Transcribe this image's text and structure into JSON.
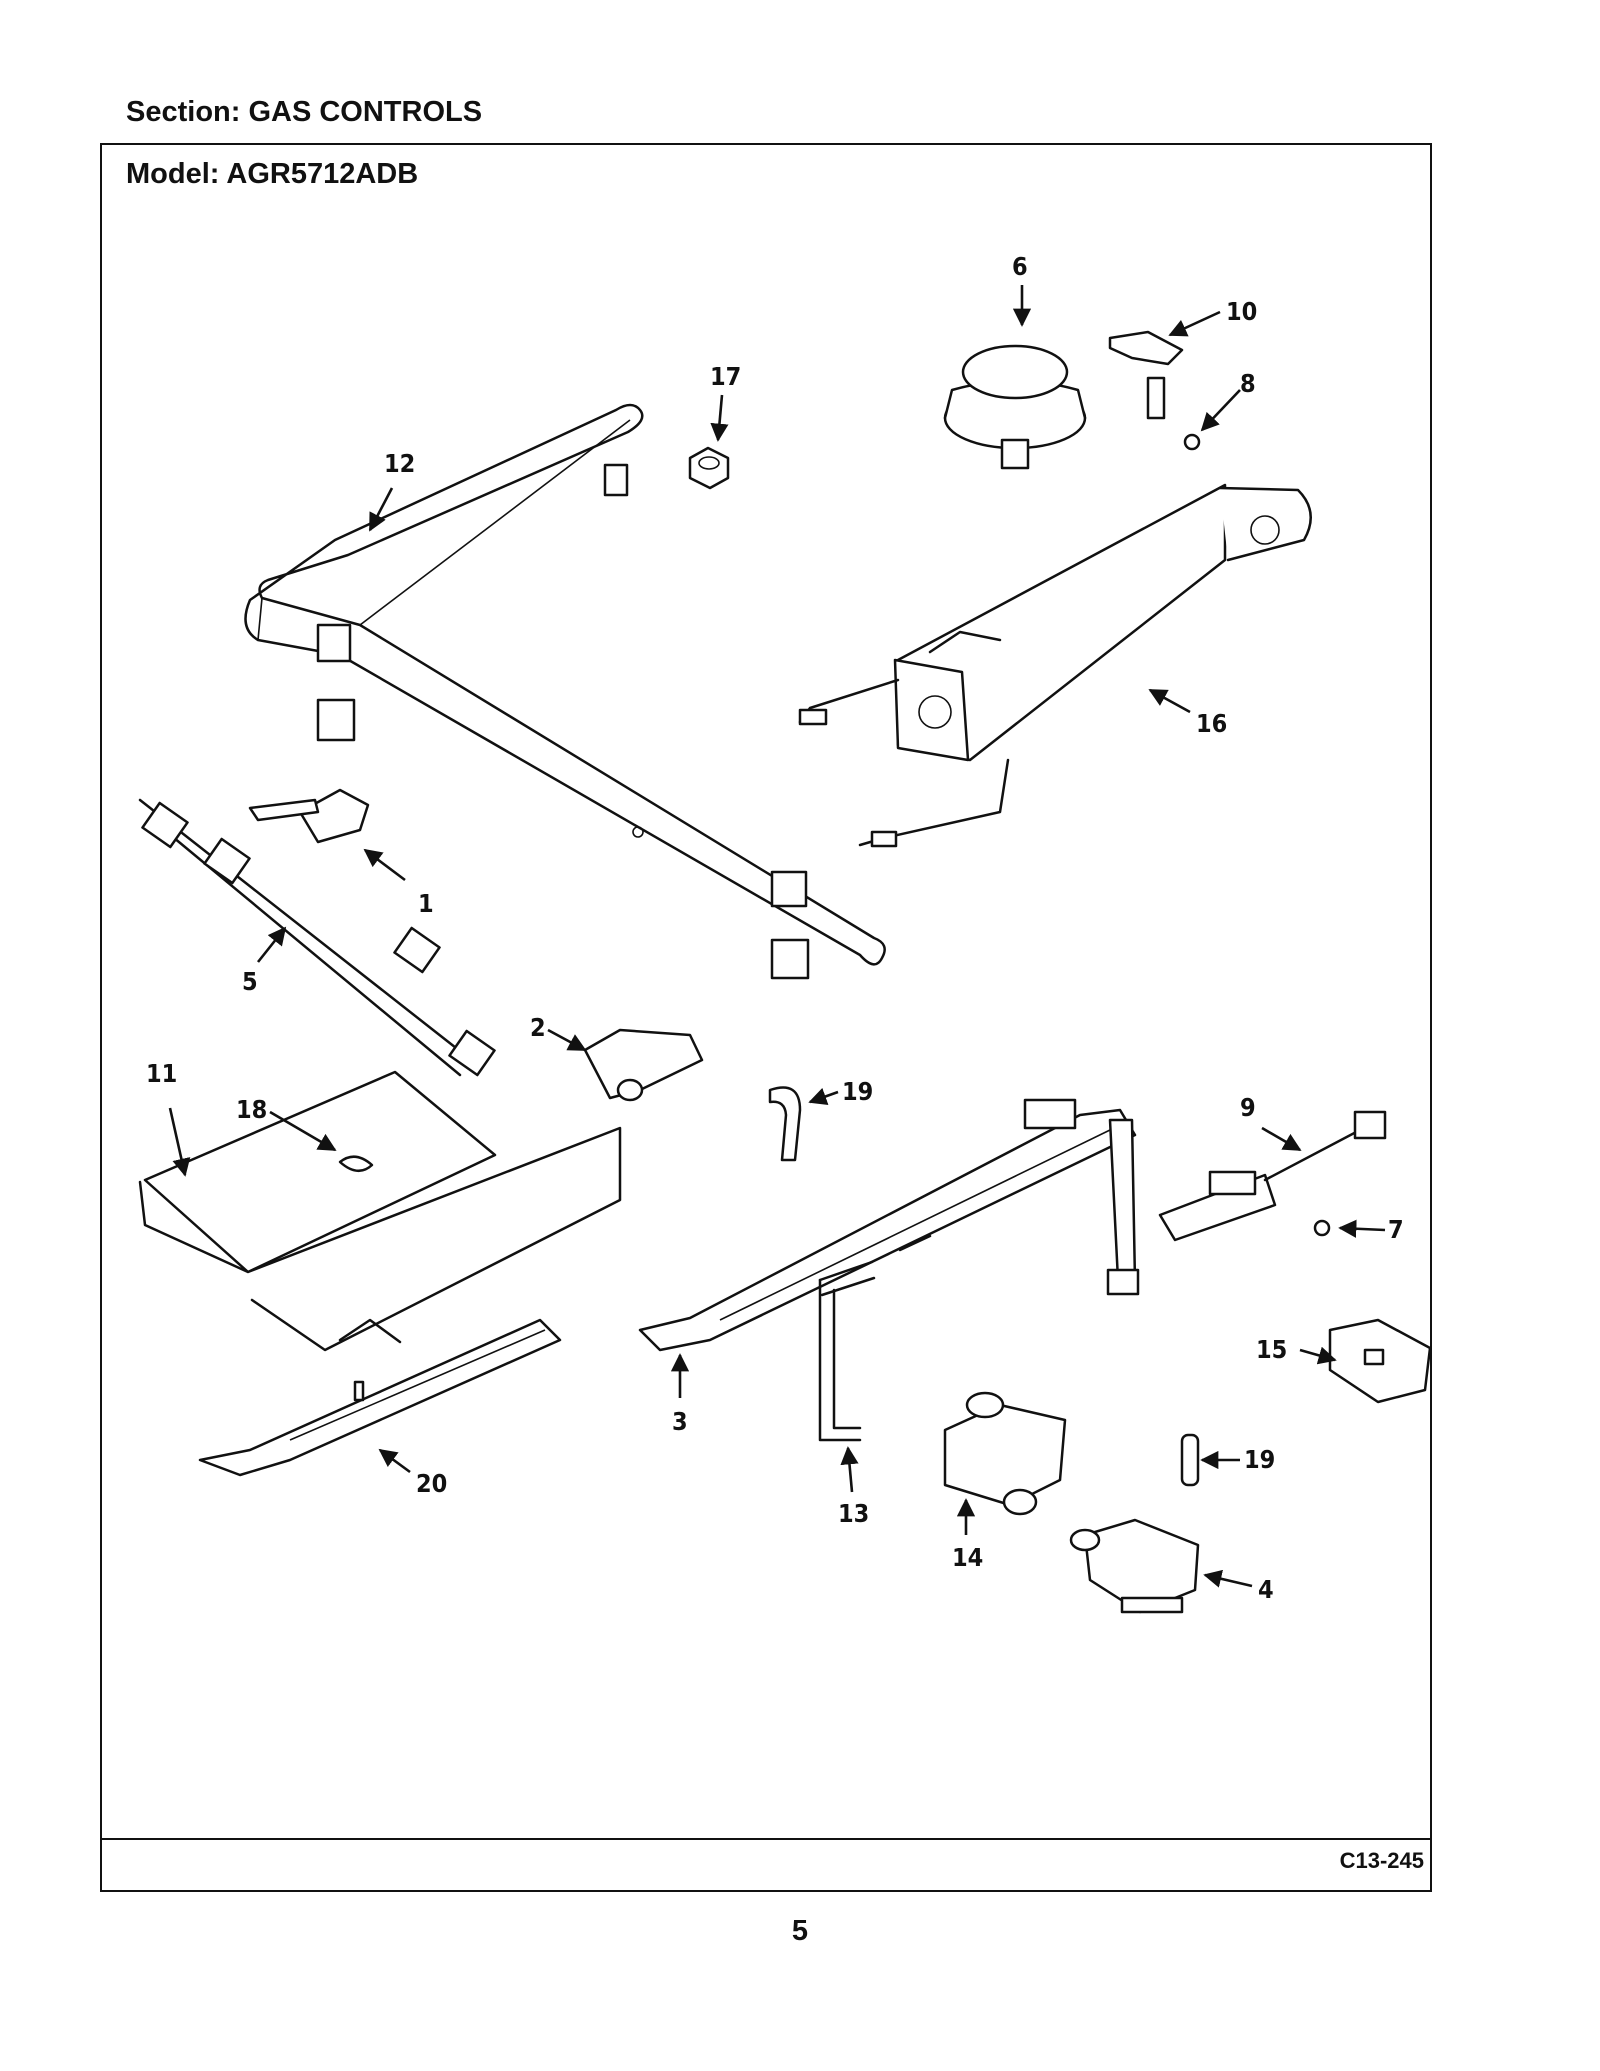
{
  "header": {
    "section": "Section:  GAS CONTROLS",
    "model": "Model:  AGR5712ADB"
  },
  "footer": {
    "drawing_code": "C13-245",
    "page_number": "5"
  },
  "callouts": [
    "6",
    "10",
    "17",
    "8",
    "12",
    "16",
    "1",
    "5",
    "2",
    "11",
    "18",
    "19",
    "9",
    "7",
    "3",
    "15",
    "19",
    "13",
    "14",
    "20",
    "4"
  ]
}
